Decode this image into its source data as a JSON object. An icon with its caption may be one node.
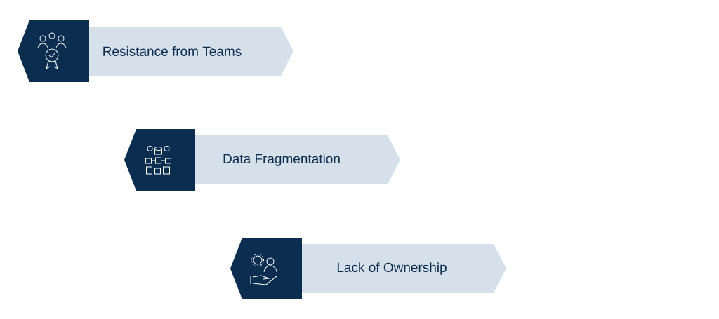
{
  "diagram": {
    "nodes": [
      {
        "text": [
          "Resistance from Teams"
        ]
      },
      {
        "text": [
          "Data Fragmentation"
        ]
      },
      {
        "text": [
          "Lack of Ownership"
        ]
      }
    ]
  }
}
